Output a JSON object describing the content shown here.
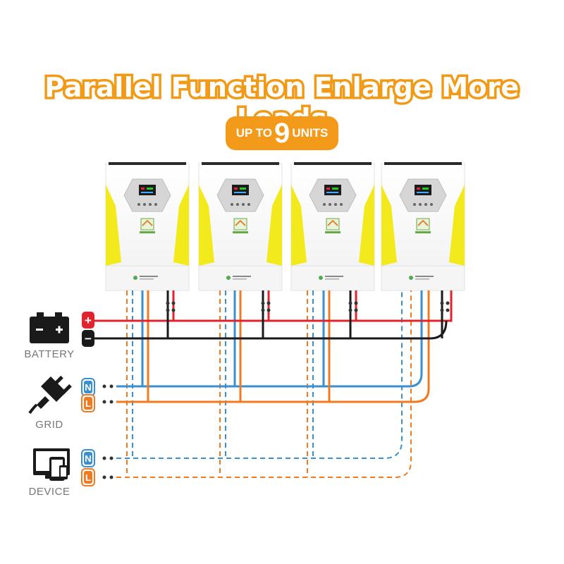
{
  "header": {
    "title": "Parallel Function Enlarge More Loads",
    "badge_prefix": "UP TO",
    "badge_count": "9",
    "badge_suffix": "UNITS"
  },
  "sources": [
    {
      "label": "BATTERY",
      "icon": "battery-icon",
      "terminals": [
        "+",
        "−"
      ]
    },
    {
      "label": "GRID",
      "icon": "plug-icon",
      "terminals": [
        "N",
        "L"
      ]
    },
    {
      "label": "DEVICE",
      "icon": "devices-icon",
      "terminals": [
        "N",
        "L"
      ]
    }
  ],
  "inverter_count": 4,
  "colors": {
    "accent": "#f39a1b",
    "positive": "#e0242d",
    "negative": "#1a1a1a",
    "neutral_wire": "#3a8fd0",
    "live_wire": "#f07a20",
    "inverter_side": "#f2ea1c"
  }
}
